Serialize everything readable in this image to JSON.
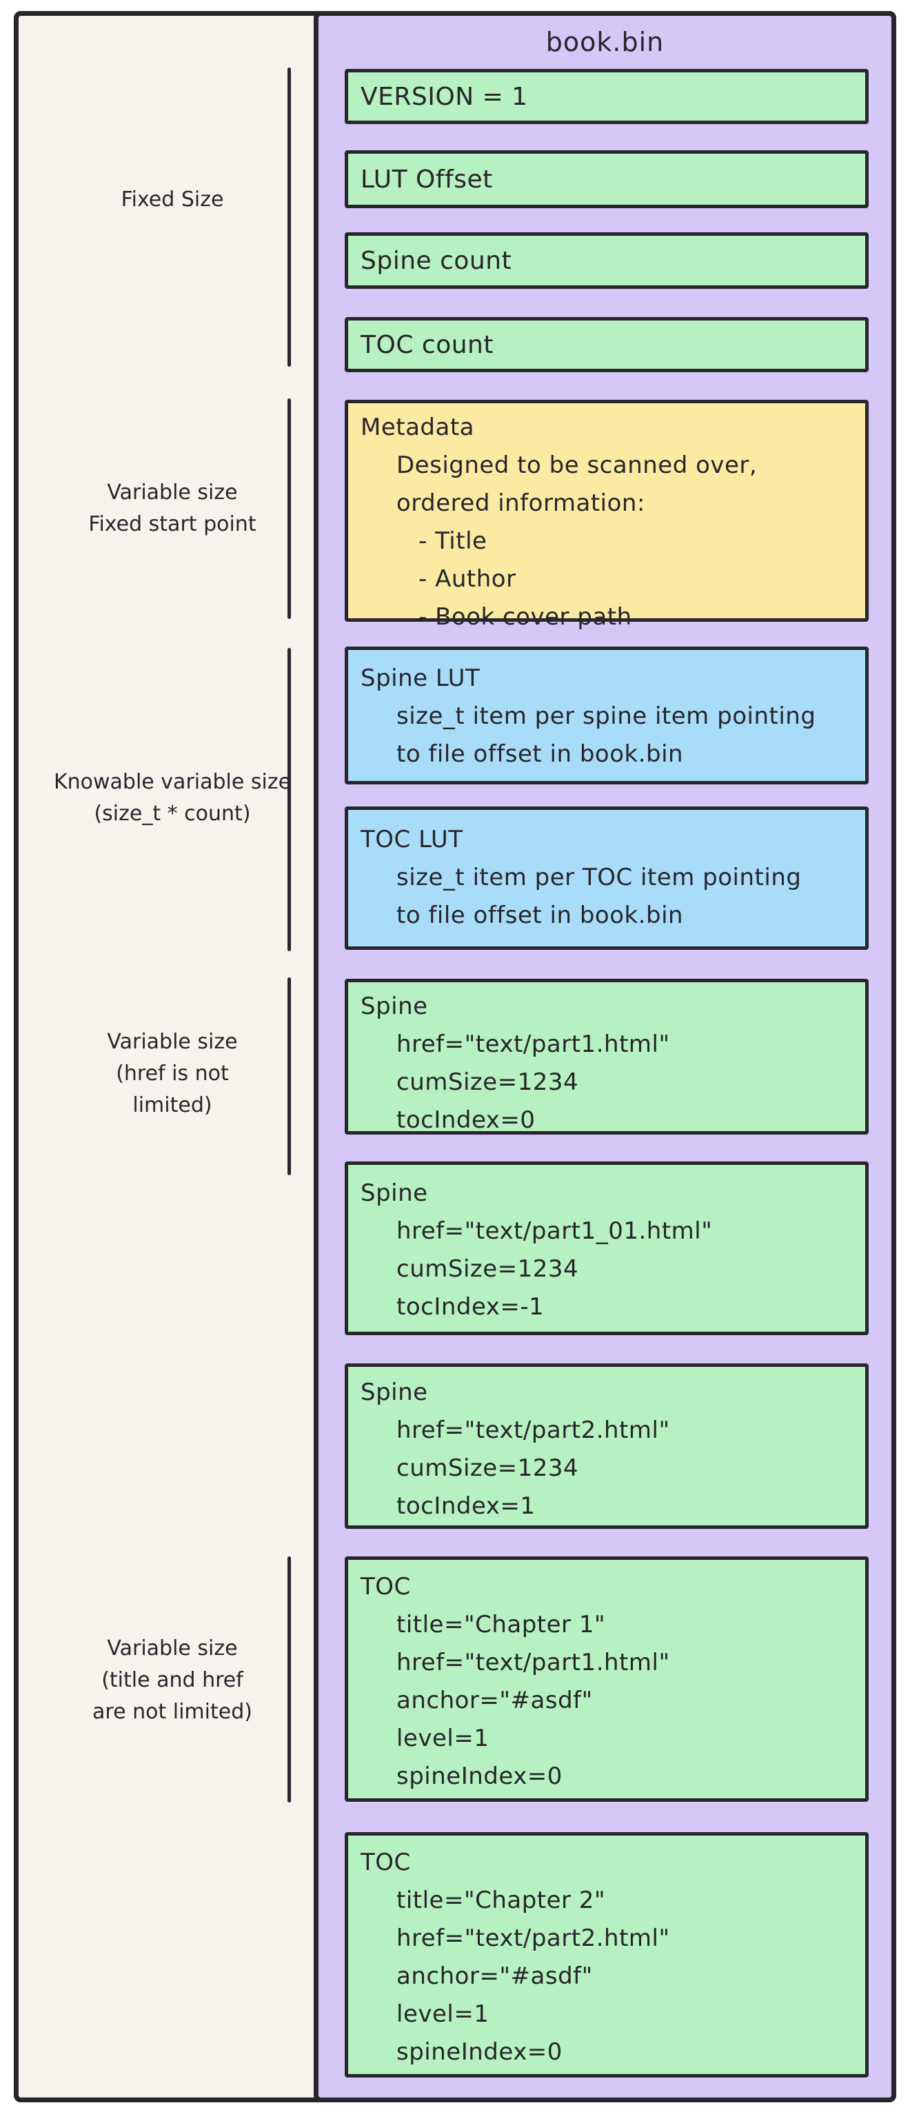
{
  "title": "book.bin",
  "colors": {
    "frame_bg": "#f7f2ec",
    "column_bg": "#d5c8f6",
    "box_green": "#b7f0c1",
    "box_yellow": "#fce9a2",
    "box_blue": "#a9dcf8",
    "stroke": "#26262c"
  },
  "labels": [
    {
      "lines": [
        "Fixed Size"
      ]
    },
    {
      "lines": [
        "Variable size",
        "Fixed start point"
      ]
    },
    {
      "lines": [
        "Knowable variable size",
        "(size_t * count)"
      ]
    },
    {
      "lines": [
        "Variable size",
        "(href is not",
        "limited)"
      ]
    },
    {
      "lines": [
        "Variable size",
        "(title and href",
        "are not limited)"
      ]
    }
  ],
  "boxes": [
    {
      "title": "VERSION = 1"
    },
    {
      "title": "LUT Offset"
    },
    {
      "title": "Spine count"
    },
    {
      "title": "TOC count"
    },
    {
      "title": "Metadata",
      "lines": [
        "Designed to be scanned over,",
        "ordered information:",
        "- Title",
        "- Author",
        "- Book cover path"
      ]
    },
    {
      "title": "Spine LUT",
      "lines": [
        "size_t item per spine item pointing",
        "to file offset in book.bin"
      ]
    },
    {
      "title": "TOC LUT",
      "lines": [
        "size_t item per TOC item pointing",
        "to file offset in book.bin"
      ]
    },
    {
      "title": "Spine",
      "lines": [
        "href=\"text/part1.html\"",
        "cumSize=1234",
        "tocIndex=0"
      ]
    },
    {
      "title": "Spine",
      "lines": [
        "href=\"text/part1_01.html\"",
        "cumSize=1234",
        "tocIndex=-1"
      ]
    },
    {
      "title": "Spine",
      "lines": [
        "href=\"text/part2.html\"",
        "cumSize=1234",
        "tocIndex=1"
      ]
    },
    {
      "title": "TOC",
      "lines": [
        "title=\"Chapter 1\"",
        "href=\"text/part1.html\"",
        "anchor=\"#asdf\"",
        "level=1",
        "spineIndex=0"
      ]
    },
    {
      "title": "TOC",
      "lines": [
        "title=\"Chapter 2\"",
        "href=\"text/part2.html\"",
        "anchor=\"#asdf\"",
        "level=1",
        "spineIndex=0"
      ]
    }
  ]
}
